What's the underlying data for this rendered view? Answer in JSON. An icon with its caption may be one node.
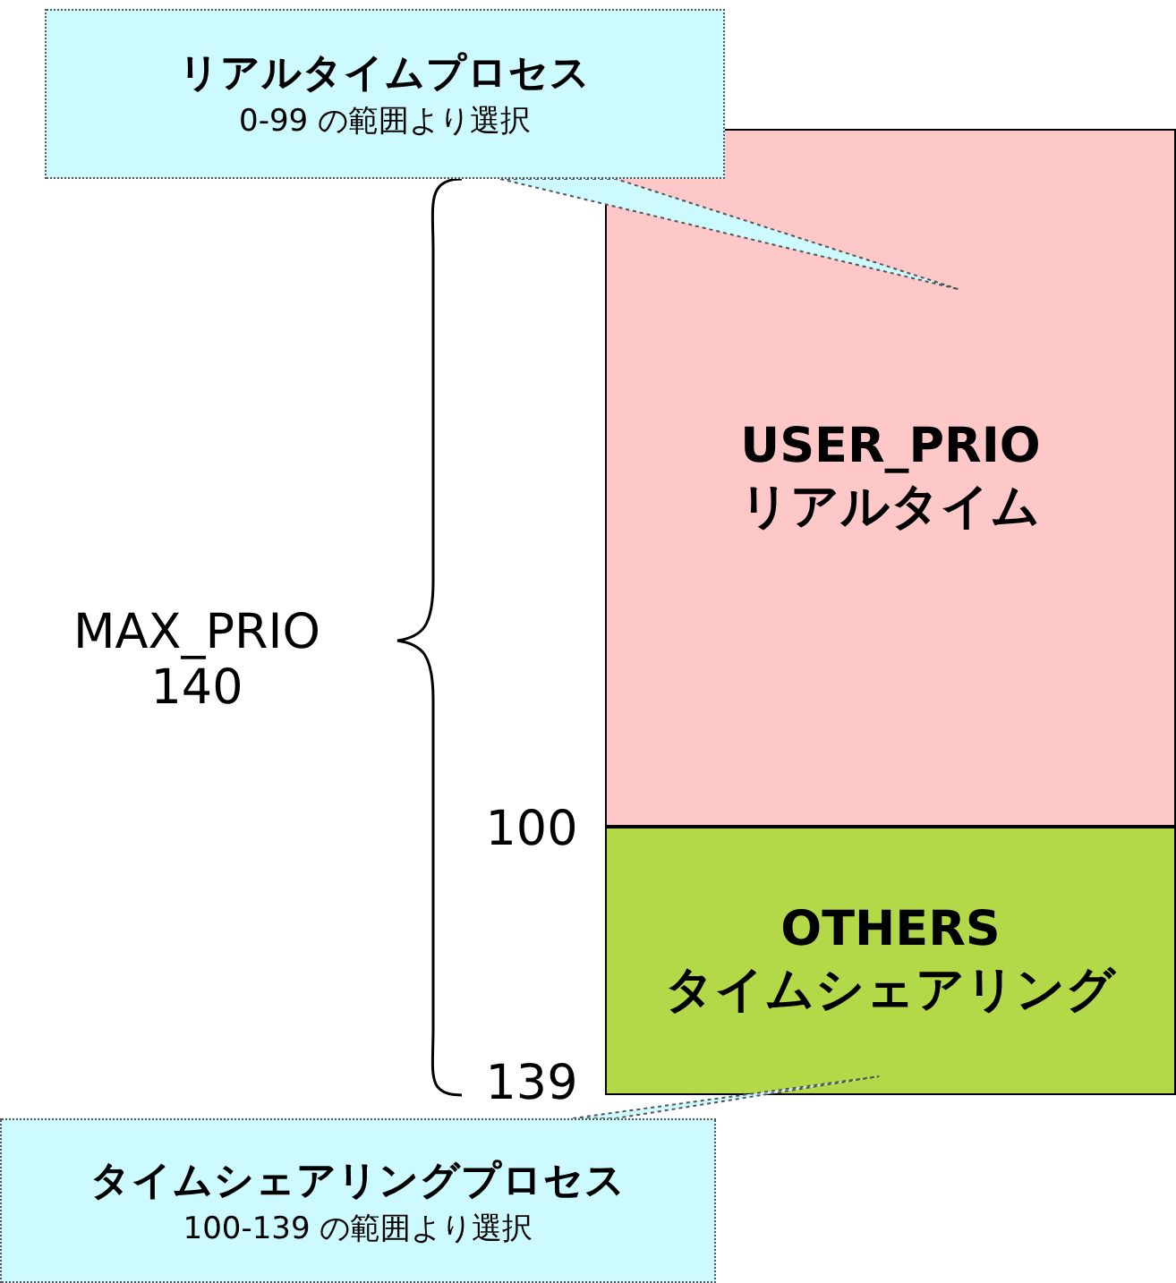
{
  "diagram": {
    "nodes": [
      {
        "text": [
          "リアルタイムプロセス",
          "0-99 の範囲より選択"
        ]
      },
      {
        "text": [
          "USER_PRIO",
          "リアルタイム"
        ]
      },
      {
        "text": [
          "OTHERS",
          "タイムシェアリング"
        ]
      },
      {
        "text": [
          "タイムシェアリングプロセス",
          "100-139 の範囲より選択"
        ]
      }
    ],
    "edges": [
      {
        "from": 0,
        "to": 1,
        "arrow": "none"
      },
      {
        "from": 3,
        "to": 2,
        "arrow": "none"
      }
    ],
    "labels": [
      "MAX_PRIO 140",
      "100",
      "139"
    ]
  }
}
